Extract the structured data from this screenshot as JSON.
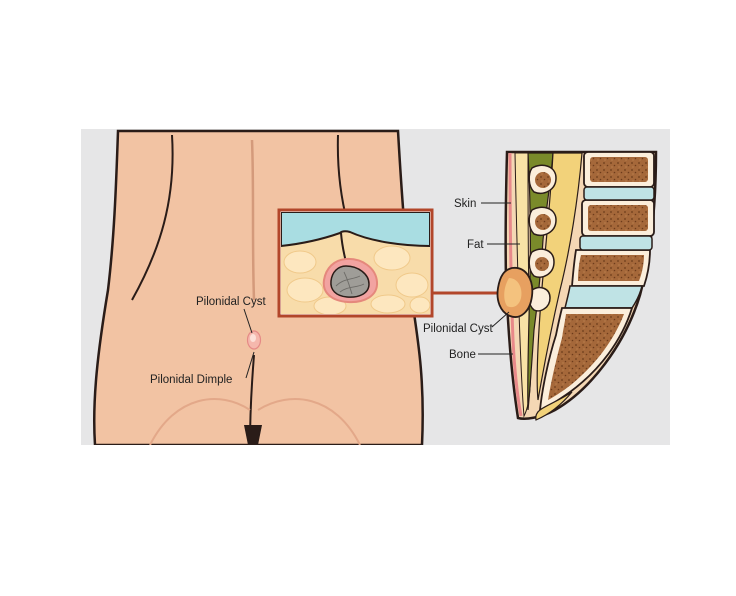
{
  "labels": {
    "pilonidal_cyst_back": "Pilonidal Cyst",
    "pilonidal_dimple": "Pilonidal Dimple",
    "skin": "Skin",
    "fat": "Fat",
    "pilonidal_cyst_section": "Pilonidal Cyst",
    "bone": "Bone"
  },
  "colors": {
    "panel_background": "#e6e6e7",
    "skin_tone": "#f2c3a3",
    "skin_shadow": "#e3a889",
    "outline": "#2a1c18",
    "skin_layer_blue": "#a9dde2",
    "fat_layer": "#f8dcaa",
    "fat_lobule": "#fde7bf",
    "cyst_pink": "#f2a3a1",
    "cyst_core": "#9f9d98",
    "connector": "#b2462a",
    "bone_brown": "#a5683a",
    "bone_speckle": "#6d3c1b",
    "disc_blue": "#bfe3e5",
    "muscle_green": "#7a8a2a",
    "canal_yellow": "#f2d27a",
    "cyst_section_orange": "#e7a060"
  }
}
